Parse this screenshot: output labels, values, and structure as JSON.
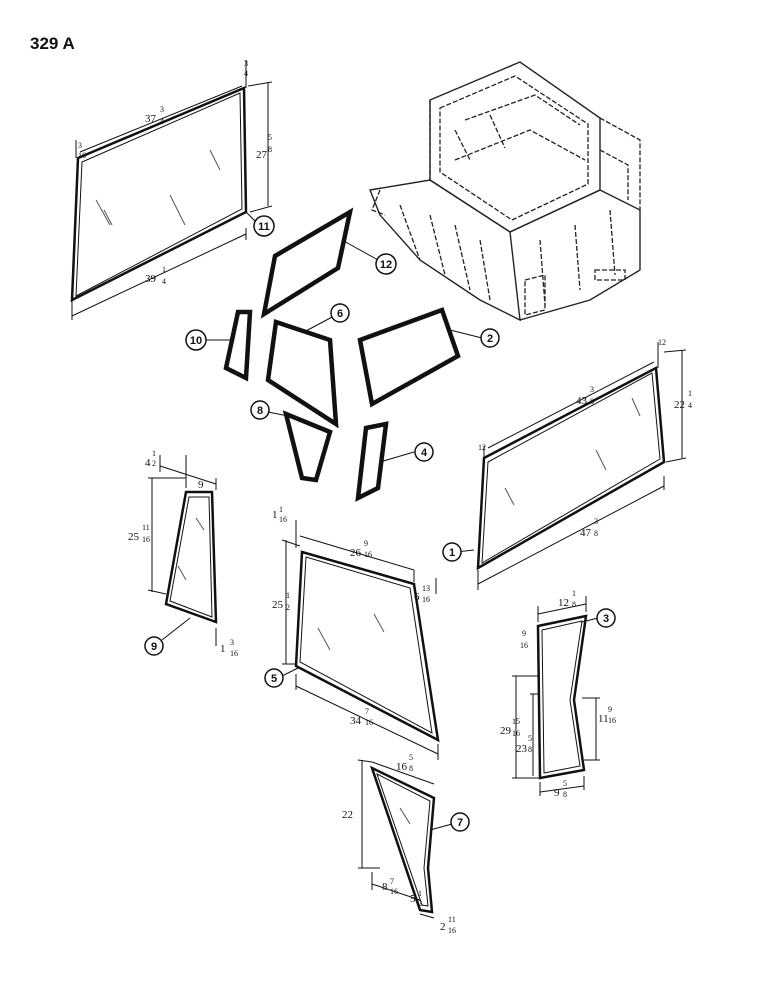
{
  "page_number": "329 A",
  "callouts": {
    "c1": "1",
    "c2": "2",
    "c3": "3",
    "c4": "4",
    "c5": "5",
    "c6": "6",
    "c7": "7",
    "c8": "8",
    "c9": "9",
    "c10": "10",
    "c11": "11",
    "c12": "12"
  },
  "dimensions": {
    "p11_top_whole": "37",
    "p11_top_num": "3",
    "p11_top_den": "4",
    "p11_bottom_whole": "39",
    "p11_bottom_num": "1",
    "p11_bottom_den": "4",
    "p11_height_whole": "27",
    "p11_height_num": "5",
    "p11_height_den": "8",
    "p11_tl_num": "3",
    "p11_tl_den": "16",
    "p11_tr_num": "3",
    "p11_tr_den": "4",
    "p1_top_whole": "43",
    "p1_top_num": "3",
    "p1_top_den": "8",
    "p1_bottom_whole": "47",
    "p1_bottom_num": "3",
    "p1_bottom_den": "8",
    "p1_height_whole": "22",
    "p1_height_num": "1",
    "p1_height_den": "4",
    "p1_left_offset": "12",
    "p1_right_offset": "12",
    "p9_left_whole": "4",
    "p9_left_num": "1",
    "p9_left_den": "2",
    "p9_top": "9",
    "p9_height_whole": "25",
    "p9_height_num": "11",
    "p9_height_den": "16",
    "p9_bottom_whole": "1",
    "p9_bottom_num": "3",
    "p9_bottom_den": "16",
    "p5_tl_whole": "1",
    "p5_tl_num": "1",
    "p5_tl_den": "16",
    "p5_top_whole": "26",
    "p5_top_num": "9",
    "p5_top_den": "16",
    "p5_tr_whole": "6",
    "p5_tr_num": "13",
    "p5_tr_den": "16",
    "p5_height_whole": "25",
    "p5_height_num": "1",
    "p5_height_den": "2",
    "p5_bottom_whole": "34",
    "p5_bottom_num": "7",
    "p5_bottom_den": "16",
    "p3_top_whole": "12",
    "p3_top_num": "1",
    "p3_top_den": "8",
    "p3_tl_num": "9",
    "p3_tl_den": "16",
    "p3_height_whole": "29",
    "p3_height_num": "15",
    "p3_height_den": "16",
    "p3_inner_whole": "23",
    "p3_inner_num": "5",
    "p3_inner_den": "8",
    "p3_right_whole": "11",
    "p3_right_num": "9",
    "p3_right_den": "16",
    "p3_bottom_whole": "9",
    "p3_bottom_num": "5",
    "p3_bottom_den": "8",
    "p7_top_whole": "16",
    "p7_top_num": "5",
    "p7_top_den": "8",
    "p7_height": "22",
    "p7_bl_whole": "8",
    "p7_bl_num": "7",
    "p7_bl_den": "16",
    "p7_bm_whole": "5",
    "p7_bm_num": "1",
    "p7_bm_den": "2",
    "p7_br_whole": "2",
    "p7_br_num": "11",
    "p7_br_den": "16"
  }
}
